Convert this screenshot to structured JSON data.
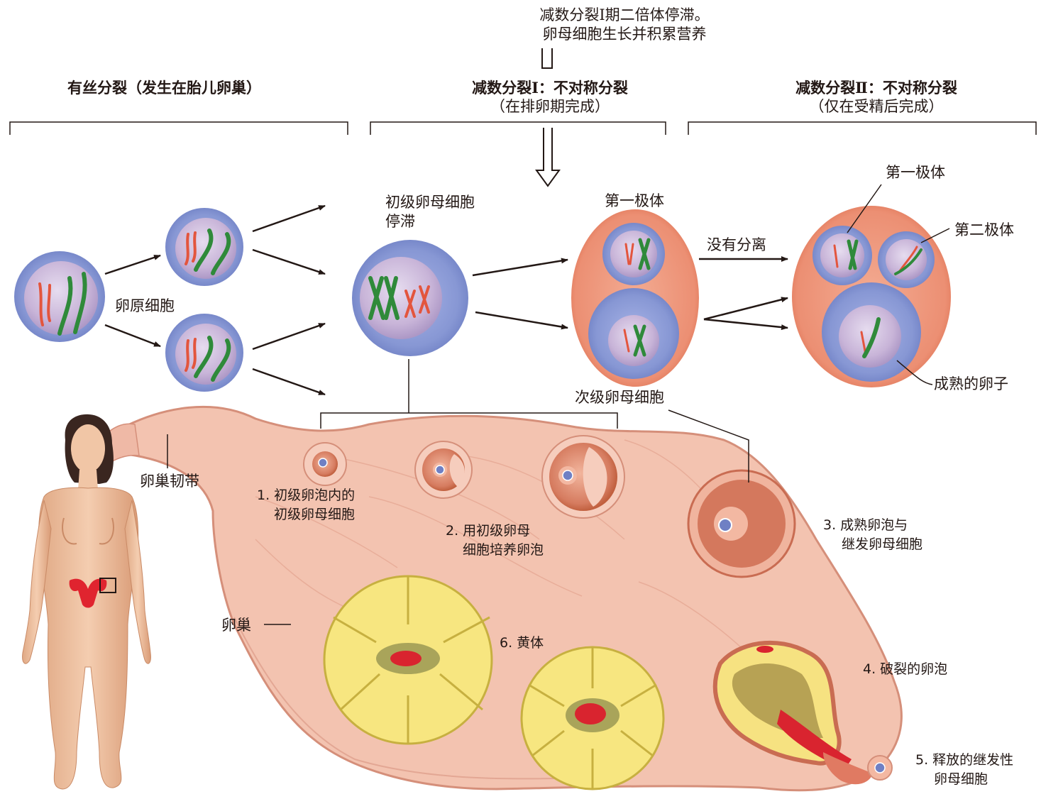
{
  "header": {
    "arrest_note_line1": "减数分裂Ⅰ期二倍体停滞。",
    "arrest_note_line2": "卵母细胞生长并积累营养"
  },
  "phases": {
    "mitosis": "有丝分裂（发生在胎儿卵巢）",
    "meiosis1_line1": "减数分裂Ⅰ：不对称分裂",
    "meiosis1_line2": "（在排卵期完成）",
    "meiosis2_line1": "减数分裂Ⅱ：不对称分裂",
    "meiosis2_line2": "（仅在受精后完成）"
  },
  "cell_labels": {
    "oogonium": "卵原细胞",
    "primary_line1": "初级卵母细胞",
    "primary_line2": "停滞",
    "first_polar_body_a": "第一极体",
    "no_separation": "没有分离",
    "first_polar_body_b": "第一极体",
    "second_polar_body": "第二极体",
    "secondary_oocyte": "次级卵母细胞",
    "mature_egg": "成熟的卵子"
  },
  "ovary_labels": {
    "ovarian_ligament": "卵巢韧带",
    "ovary": "卵巢",
    "stage1_line1": "1. 初级卵泡内的",
    "stage1_line2": "初级卵母细胞",
    "stage2_line1": "2. 用初级卵母",
    "stage2_line2": "细胞培养卵泡",
    "stage3_line1": "3. 成熟卵泡与",
    "stage3_line2": "继发卵母细胞",
    "stage4": "4. 破裂的卵泡",
    "stage5_line1": "5. 释放的继发性",
    "stage5_line2": "卵母细胞",
    "stage6": "6. 黄体"
  },
  "colors": {
    "nucleus": "#c9b6d8",
    "cytoplasm": "#8e9fd6",
    "polar_cell": "#ee9a80",
    "ovary": "#f3c8b6",
    "corpus_luteum": "#f7e680",
    "blood": "#d9242f",
    "chrom_green": "#2f8a3a",
    "chrom_red": "#e3553d"
  }
}
